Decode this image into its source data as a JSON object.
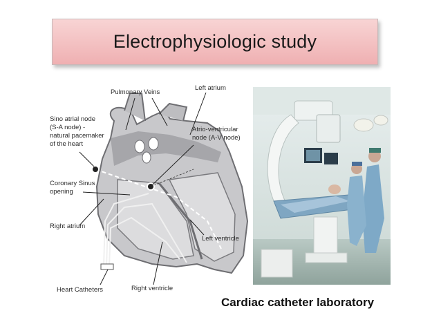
{
  "title": "Electrophysiologic study",
  "diagram": {
    "labels": {
      "pulmonary_veins": "Pulmonary Veins",
      "left_atrium": "Left atrium",
      "sa_node_1": "Sino atrial node",
      "sa_node_2": "(S-A node) -",
      "sa_node_3": "natural pacemaker",
      "sa_node_4": "of the heart",
      "av_node_1": "Atrio-ventricular",
      "av_node_2": "node (A-V node)",
      "coronary_sinus_1": "Coronary Sinus",
      "coronary_sinus_2": "opening",
      "right_atrium": "Right atrium",
      "left_ventricle": "Left ventricle",
      "heart_catheters": "Heart Catheters",
      "right_ventricle": "Right ventricle"
    }
  },
  "photo_caption": "Cardiac catheter laboratory",
  "colors": {
    "title_top": "#f8d4d4",
    "title_bottom": "#efb0b2",
    "heart_fill": "#cfcfd1",
    "heart_dark": "#707074"
  }
}
